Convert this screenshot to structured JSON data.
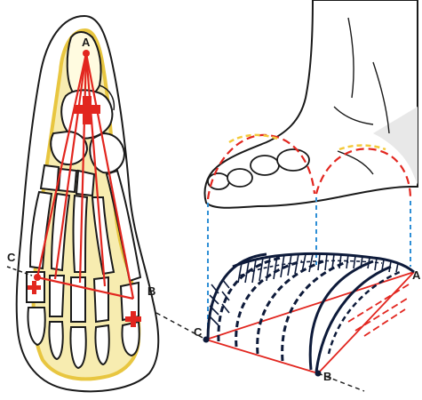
{
  "labels": {
    "a_plantar": "A",
    "b_plantar": "B",
    "c_plantar": "C",
    "a_arch": "A",
    "b_arch": "B",
    "c_arch": "C"
  },
  "colors": {
    "outline": "#1a1a1a",
    "bone_yellow": "#f3e07a",
    "bone_fill": "#ffffff",
    "red_line": "#e2261f",
    "blue_dash": "#2f8fd6",
    "arch_navy": "#0d1a3a",
    "skin_shadow": "#d9d9d9"
  }
}
